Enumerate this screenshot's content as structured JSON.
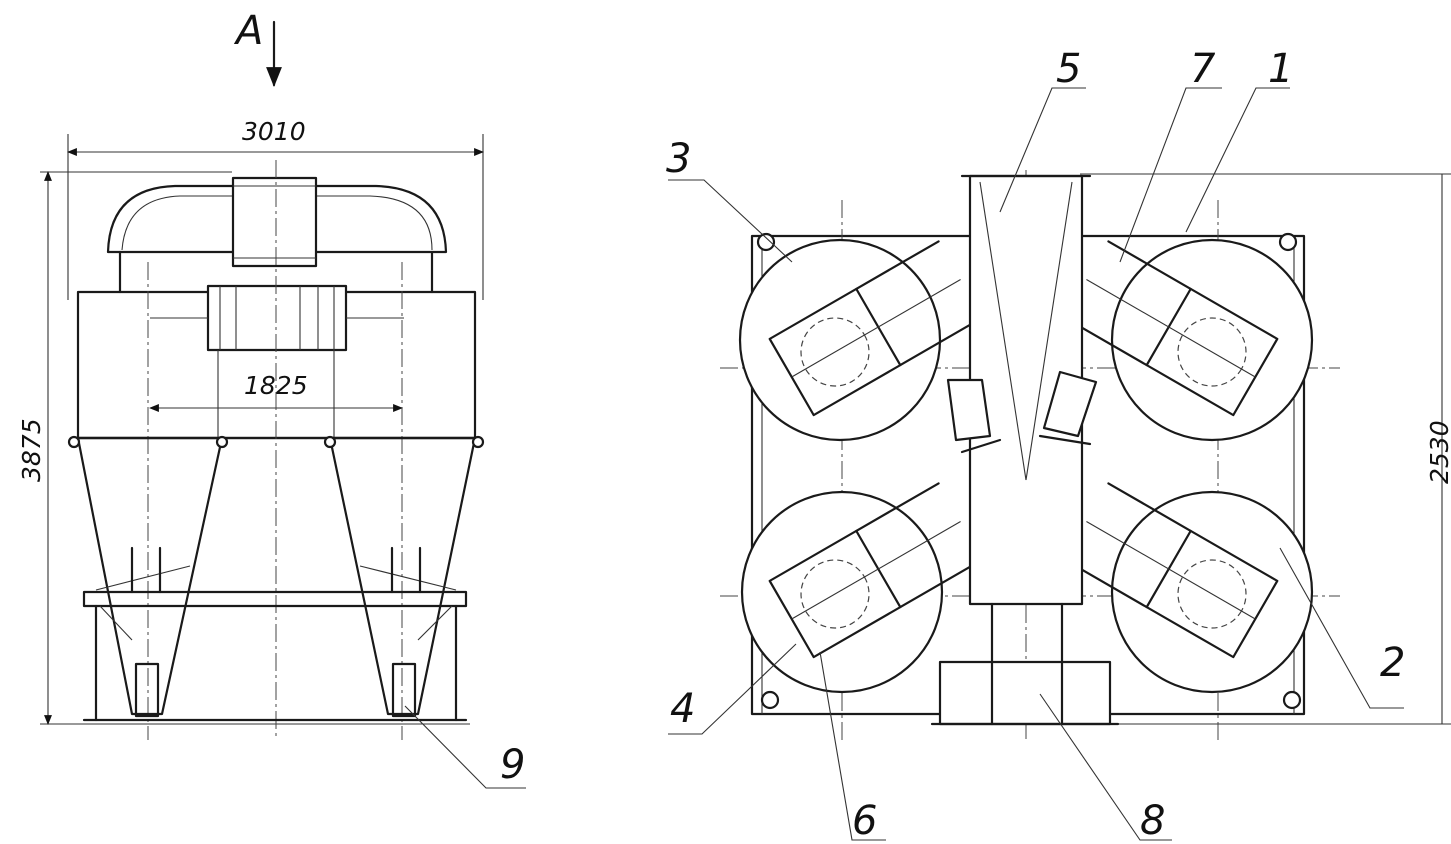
{
  "view_marker": "A",
  "dimensions": {
    "overall_width": "3010",
    "overall_height": "3875",
    "inner_width": "1825",
    "plan_height": "2530"
  },
  "callouts": {
    "c1": "1",
    "c2": "2",
    "c3": "3",
    "c4": "4",
    "c5": "5",
    "c6": "6",
    "c7": "7",
    "c8": "8",
    "c9": "9"
  }
}
